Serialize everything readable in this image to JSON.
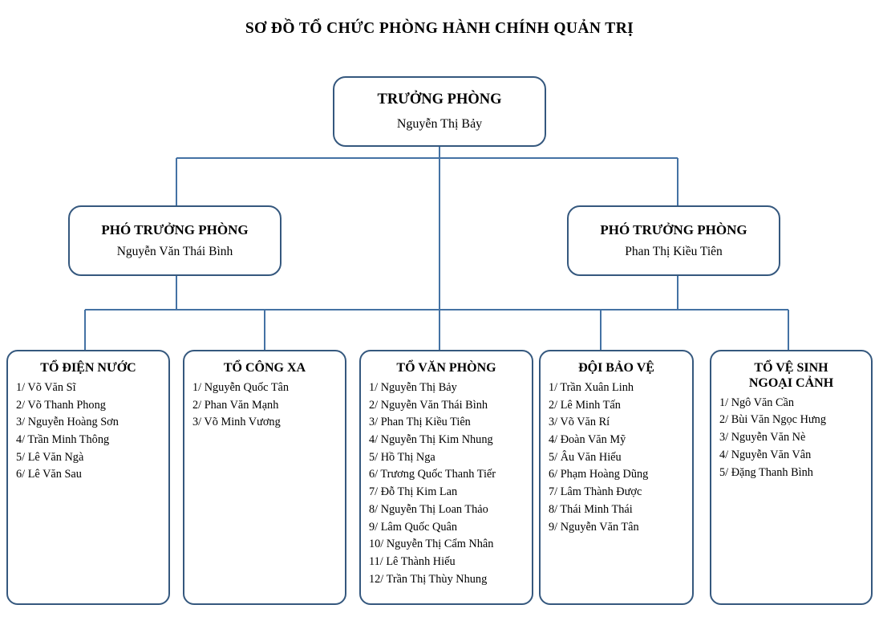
{
  "document": {
    "title": "SƠ ĐỒ TỔ CHỨC PHÒNG HÀNH CHÍNH QUẢN TRỊ"
  },
  "colors": {
    "border": "#35587e",
    "connector": "#4472a4",
    "background": "#ffffff",
    "text": "#000000"
  },
  "org": {
    "head": {
      "title": "TRƯỞNG PHÒNG",
      "name": "Nguyễn Thị Bảy"
    },
    "deputies": [
      {
        "title": "PHÓ TRƯỞNG PHÒNG",
        "name": "Nguyễn Văn Thái Bình"
      },
      {
        "title": "PHÓ TRƯỞNG PHÒNG",
        "name": "Phan Thị Kiều Tiên"
      }
    ],
    "teams": [
      {
        "title": "TỔ ĐIỆN NƯỚC",
        "title_lines": [
          "TỔ ĐIỆN NƯỚC"
        ],
        "members": [
          "1/ Võ Văn Sĩ",
          "2/ Võ Thanh Phong",
          "3/ Nguyễn Hoàng Sơn",
          "4/ Trần Minh Thông",
          "5/ Lê Văn Ngà",
          "6/ Lê Văn Sau"
        ]
      },
      {
        "title": "TỔ CÔNG XA",
        "title_lines": [
          "TỔ CÔNG XA"
        ],
        "members": [
          "1/ Nguyễn Quốc Tân",
          "2/ Phan Văn Mạnh",
          "3/ Võ Minh Vương"
        ]
      },
      {
        "title": "TỔ VĂN PHÒNG",
        "title_lines": [
          "TỔ VĂN PHÒNG"
        ],
        "members": [
          "1/ Nguyễn Thị Bảy",
          "2/ Nguyễn Văn Thái Bình",
          "3/ Phan Thị Kiều Tiên",
          "4/ Nguyễn Thị Kim Nhung",
          "5/ Hồ Thị Nga",
          "6/ Trương Quốc Thanh Tiếr",
          "7/ Đỗ Thị Kim Lan",
          "8/ Nguyễn Thị Loan Thảo",
          "9/ Lâm Quốc Quân",
          "10/ Nguyễn Thị Cẩm Nhân",
          "11/ Lê Thành Hiếu",
          "12/ Trần Thị Thùy Nhung"
        ]
      },
      {
        "title": "ĐỘI BẢO VỆ",
        "title_lines": [
          "ĐỘI BẢO VỆ"
        ],
        "members": [
          "1/ Trần Xuân Linh",
          "2/ Lê Minh Tấn",
          "3/ Võ Văn Rí",
          "4/ Đoàn Văn Mỹ",
          "5/ Âu Văn Hiếu",
          "6/ Phạm Hoàng Dũng",
          "7/ Lâm Thành Được",
          "8/ Thái Minh Thái",
          "9/ Nguyễn Văn Tân"
        ]
      },
      {
        "title": "TỔ VỆ SINH NGOẠI CẢNH",
        "title_lines": [
          "TỔ VỆ SINH",
          "NGOẠI CẢNH"
        ],
        "members": [
          "1/ Ngô Văn Cần",
          "2/ Bùi Văn Ngọc Hưng",
          "3/ Nguyễn Văn Nè",
          "4/ Nguyễn Văn Vân",
          "5/ Đặng Thanh Bình"
        ]
      }
    ]
  }
}
